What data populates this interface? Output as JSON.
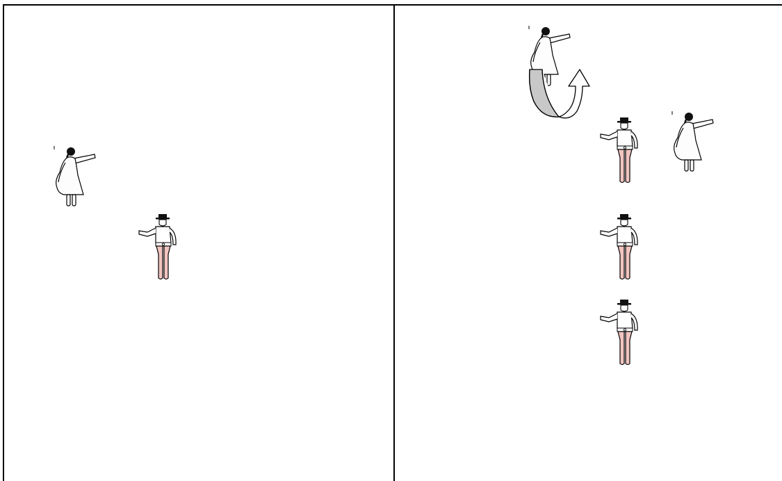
{
  "figure": {
    "panels": [
      {
        "id": "left",
        "dancers": [
          "woman",
          "man"
        ]
      },
      {
        "id": "right",
        "dancers": [
          "woman",
          "man",
          "woman",
          "man",
          "man"
        ],
        "arrow": "turn-around"
      }
    ],
    "colors": {
      "outline": "#000000",
      "trousers": "#f2c4c0",
      "dress": "#fdfdfd",
      "arrow_shadow": "#c8c8c8"
    }
  }
}
